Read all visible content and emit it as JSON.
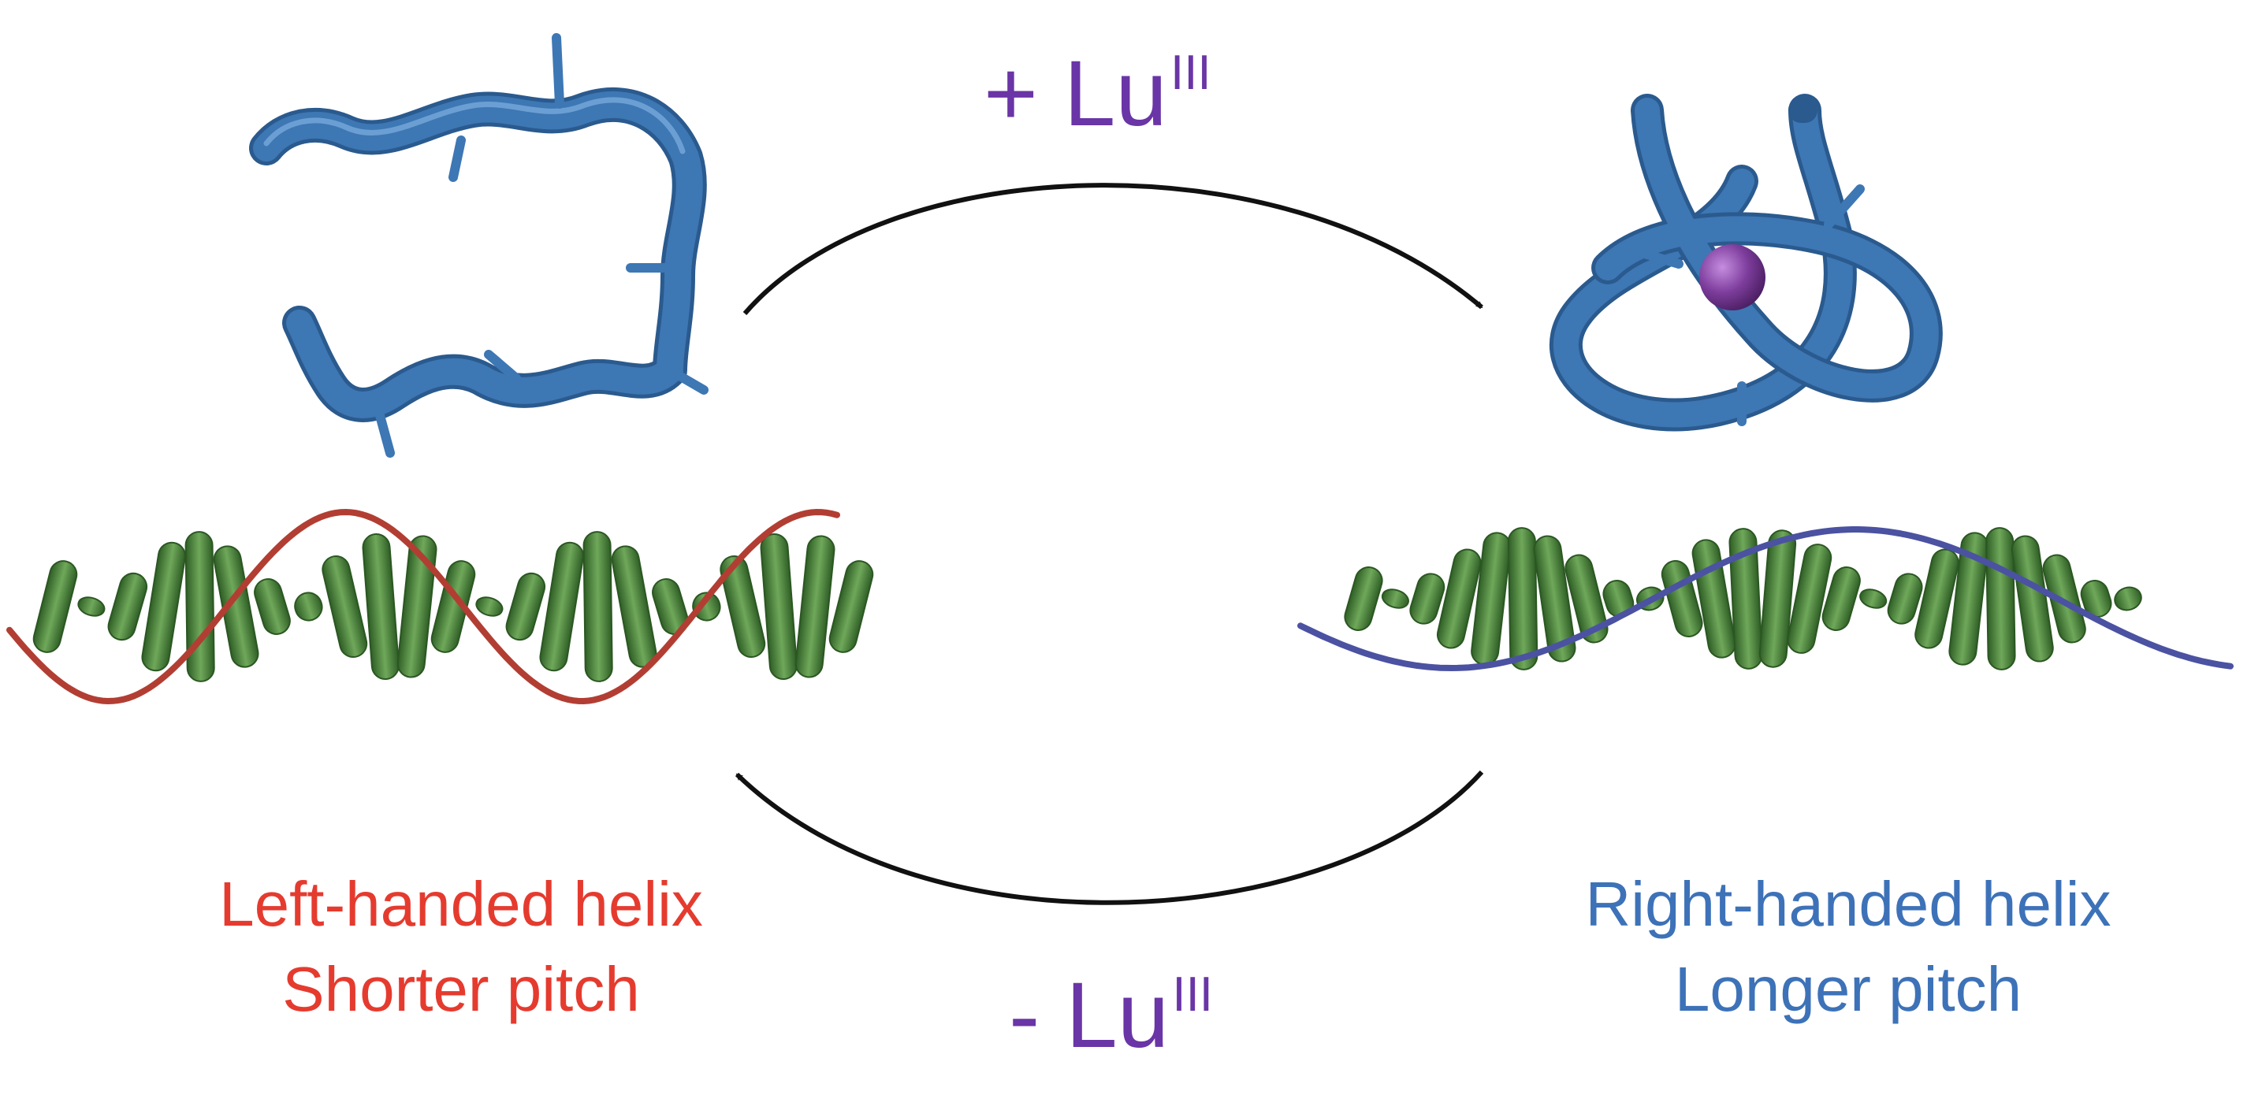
{
  "reagents": {
    "add": {
      "sign": "+",
      "element": "Lu",
      "oxidation": "III"
    },
    "remove": {
      "sign": "-",
      "element": "Lu",
      "oxidation": "III"
    }
  },
  "states": {
    "left": {
      "line1": "Left-handed helix",
      "line2": "Shorter pitch"
    },
    "right": {
      "line1": "Right-handed helix",
      "line2": "Longer pitch"
    }
  },
  "colors": {
    "reagent": "#6a35a6",
    "left_label": "#e53b2f",
    "right_label": "#3d72b8",
    "tube": "#3d77b4",
    "left_strand": "#b23e33",
    "right_strand": "#4b52a2",
    "base": "#4f8c3f",
    "metal": "#7d3d9c",
    "arrow": "#111111"
  },
  "icons": {
    "open_ligand": "open-tube-ligand-icon",
    "knot_complex": "trefoil-knot-complex-icon",
    "metal_ion": "lutetium-ion-sphere-icon",
    "helix": "helix-ladder-icon"
  }
}
